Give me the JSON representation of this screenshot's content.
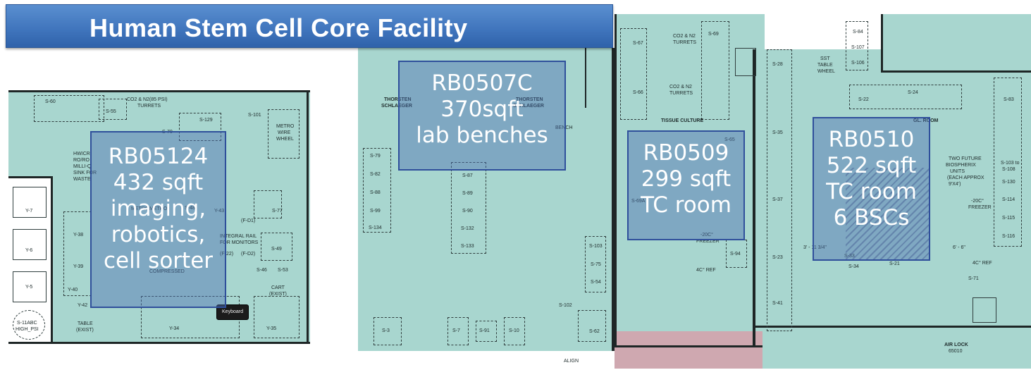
{
  "title": "Human Stem Cell Core Facility",
  "rooms": [
    {
      "id": "rb05124",
      "lines": [
        "RB05124",
        "432 sqft",
        "imaging,",
        "robotics,",
        "cell sorter"
      ]
    },
    {
      "id": "rb0507c",
      "lines": [
        "RB0507C",
        "370sqft",
        "lab benches"
      ]
    },
    {
      "id": "rb0509",
      "lines": [
        "RB0509",
        "299 sqft",
        "TC room"
      ]
    },
    {
      "id": "rb0510",
      "lines": [
        "RB0510",
        "522 sqft",
        "TC room",
        "6 BSCs"
      ]
    }
  ],
  "keyboard_label": "Keyboard",
  "plan_labels": {
    "left": {
      "s60": "S-60",
      "s55": "S-55",
      "co2_n2": "CO2 & N2(85 PSI)",
      "turrets": "TURRETS",
      "s129": "S-129",
      "s101": "S-101",
      "metro_wire": "METRO",
      "wire": "WIRE",
      "wheel": "WHEEL",
      "s70": "S-70",
      "hwicr": "HWICR",
      "rorol": "RO/RO",
      "milli": "MILLI-Q",
      "sink": "SINK FOR",
      "waste": "WASTE",
      "y7": "Y-7",
      "y6": "Y-6",
      "y5": "Y-5",
      "y38": "Y-38",
      "y39": "Y-39",
      "y40": "Y-40",
      "y42": "Y-42",
      "y43": "Y-43",
      "y34": "Y-34",
      "y35": "Y-35",
      "s48": "S-48",
      "s77": "S-77",
      "s49": "S-49",
      "s46": "S-46",
      "s53": "S-53",
      "metro1": "METRO",
      "metro2": "METRO",
      "integral": "INTEGRAL RAIL",
      "monitors": "FOR MONITORS",
      "compressed": "COMPRESSED",
      "cart": "CART",
      "exist": "(EXIST)",
      "s11abc": "S-11ABC",
      "high_psi": "HIGH_PSI",
      "fd1": "(F-D1)",
      "fd2": "(F-D2)",
      "f22": "(F-22)",
      "table": "TABLE",
      "exist2": "(EXIST)"
    },
    "middle": {
      "thorsten1": "THORSTEN",
      "schlaeger1": "SCHLAEGER",
      "thorsten2": "THORSTEN",
      "schlaeger2": "SCHLAEGER",
      "bench": "BENCH",
      "s79": "S-79",
      "s82": "S-82",
      "s88": "S-88",
      "s99": "S-99",
      "s134": "S-134",
      "s87": "S-87",
      "s89": "S-89",
      "s90": "S-90",
      "s132": "S-132",
      "s133": "S-133",
      "s103": "S-103",
      "s75": "S-75",
      "s54": "S-54",
      "s102": "S-102",
      "s62": "S-62",
      "s3": "S-3",
      "s7": "S-7",
      "s91": "S-91",
      "s10": "S-10",
      "align": "ALIGN"
    },
    "right": {
      "s67": "S-67",
      "s66": "S-66",
      "co2a": "CO2 & N2",
      "turretsa": "TURRETS",
      "co2b": "CO2 & N2",
      "turretsb": "TURRETS",
      "s69": "S-69",
      "tissue": "TISSUE CULTURE",
      "s65": "S-65",
      "s69a": "S-69A",
      "s94": "S-94",
      "ref4c": "4C° REF",
      "freezer20": "-20C°",
      "freezer": "FREEZER",
      "s28": "S-28",
      "s35": "S-35",
      "s37": "S-37",
      "s23": "S-23",
      "s41": "S-41",
      "s84": "S-84",
      "s107": "S-107",
      "s106": "S-106",
      "sst": "SST",
      "table2": "TABLE",
      "wheel2": "WHEEL",
      "s22": "S-22",
      "s24": "S-24",
      "s83": "S-83",
      "glr": "GL. ROOM",
      "two_future": "TWO FUTURE",
      "biospherix": "BIOSPHERIX",
      "units": "UNITS",
      "each": "(EACH APPROX",
      "size": "9'X4')",
      "s103b": "S-103 to",
      "s108": "S-108",
      "s130": "S-130",
      "s114": "S-114",
      "s115": "S-115",
      "s116": "S-116",
      "s33": "S-33",
      "s34": "S-34",
      "s21": "S-21",
      "s71": "S-71",
      "ref4c_b": "4C° REF",
      "freezer_b": "-20C°",
      "freezer_b2": "FREEZER",
      "air_lock": "AIR LOCK",
      "air_lock_num": "65010",
      "dim1": "3' - 11 3/4\"",
      "dim2": "6' - 6\""
    }
  }
}
